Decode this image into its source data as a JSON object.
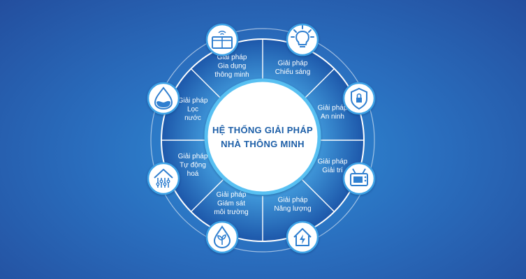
{
  "center": {
    "line1": "HỆ THỐNG GIẢI PHÁP",
    "line2": "NHÀ THÔNG MINH"
  },
  "colors": {
    "accent": "#1d5fa8",
    "segment_light": "#3da2e6",
    "segment_dark": "#1b56a8",
    "ring": "#ffffff"
  },
  "segments": [
    {
      "lines": [
        "Giải pháp",
        "Chiếu sáng"
      ],
      "icon": "lightbulb-icon"
    },
    {
      "lines": [
        "Giải pháp",
        "An ninh"
      ],
      "icon": "shield-lock-icon"
    },
    {
      "lines": [
        "Giải pháp",
        "Giải trí"
      ],
      "icon": "tv-icon"
    },
    {
      "lines": [
        "Giải pháp",
        "Năng lượng"
      ],
      "icon": "house-energy-icon"
    },
    {
      "lines": [
        "Giải pháp",
        "Giám sát",
        "môi trường"
      ],
      "icon": "leaf-drop-icon"
    },
    {
      "lines": [
        "Giải pháp",
        "Tự động",
        "hoá"
      ],
      "icon": "automation-house-icon"
    },
    {
      "lines": [
        "Giải pháp",
        "Lọc",
        "nước"
      ],
      "icon": "water-drop-icon"
    },
    {
      "lines": [
        "Giải pháp",
        "Gia dụng",
        "thông minh"
      ],
      "icon": "smart-appliance-icon"
    }
  ]
}
